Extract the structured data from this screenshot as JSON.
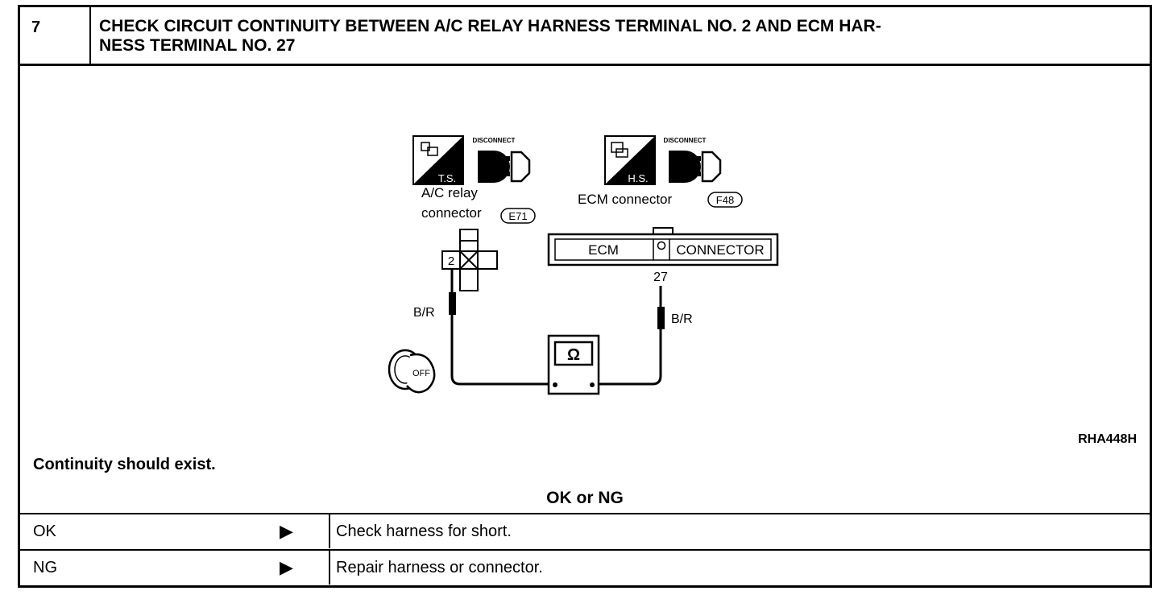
{
  "step": {
    "number": "7",
    "title": "CHECK CIRCUIT CONTINUITY BETWEEN A/C RELAY HARNESS TERMINAL NO. 2 AND ECM HAR-\nNESS TERMINAL NO. 27"
  },
  "diagram": {
    "ts_label": "T.S.",
    "hs_label": "H.S.",
    "disconnect_label": "DISCONNECT",
    "relay_label_line1": "A/C  relay",
    "relay_label_line2": "connector",
    "relay_code": "E71",
    "ecm_label": "ECM  connector",
    "ecm_code": "F48",
    "ecm_box_left": "ECM",
    "ecm_box_right": "CONNECTOR",
    "terminal_relay": "2",
    "terminal_ecm": "27",
    "wire_left": "B/R",
    "wire_right": "B/R",
    "ohm": "Ω",
    "key_label": "OFF",
    "figure_code": "RHA448H"
  },
  "spec_text": "Continuity should exist.",
  "question": "OK or NG",
  "results": [
    {
      "result": "OK",
      "action": "Check harness for short."
    },
    {
      "result": "NG",
      "action": "Repair harness or connector."
    }
  ],
  "colors": {
    "ink": "#000000",
    "paper": "#ffffff"
  }
}
